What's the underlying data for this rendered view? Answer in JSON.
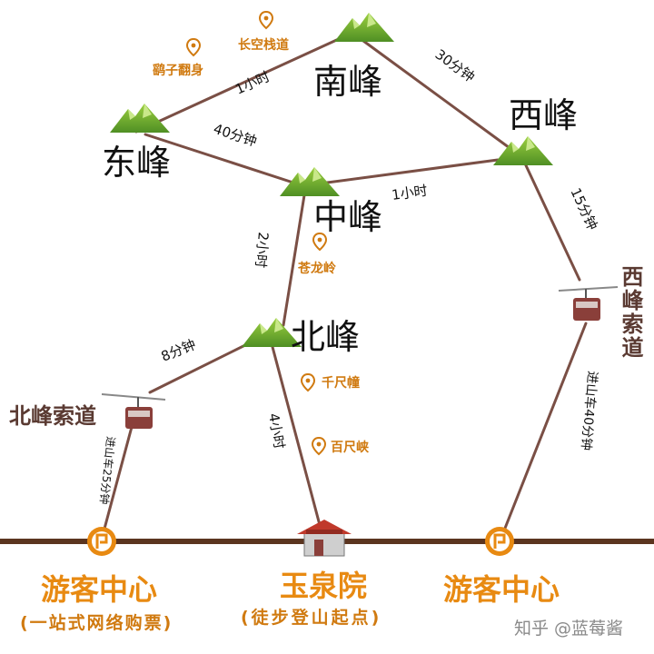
{
  "colors": {
    "trail": "#7a4f45",
    "baseline": "#5b3520",
    "peak_text": "#111111",
    "poi_text": "#d07a10",
    "station_text": "#e88a12",
    "cable_text": "#5a3a32",
    "mountain_green": "#6faa2e"
  },
  "peaks": {
    "south": "南峰",
    "west": "西峰",
    "east": "东峰",
    "center": "中峰",
    "north": "北峰"
  },
  "routes": {
    "east_south": "1小时",
    "south_west": "30分钟",
    "east_center": "40分钟",
    "center_west": "1小时",
    "north_center": "2小时",
    "west_cable": "15分钟",
    "north_cable": "8分钟",
    "north_yuquan": "4小时",
    "west_cable_center": "进山车40分钟",
    "north_cable_center": "进山车25分钟"
  },
  "poi": {
    "changkong": "长空栈道",
    "yaozi": "鹞子翻身",
    "canglong": "苍龙岭",
    "qianchi": "千尺幢",
    "baichi": "百尺峡"
  },
  "cableways": {
    "north": "北峰索道",
    "west": "西峰索道"
  },
  "stations": {
    "left_name": "游客中心",
    "left_sub": "(一站式网络购票)",
    "mid_name": "玉泉院",
    "mid_sub": "(徒步登山起点)",
    "right_name": "游客中心"
  },
  "watermark": "知乎 @蓝莓酱"
}
